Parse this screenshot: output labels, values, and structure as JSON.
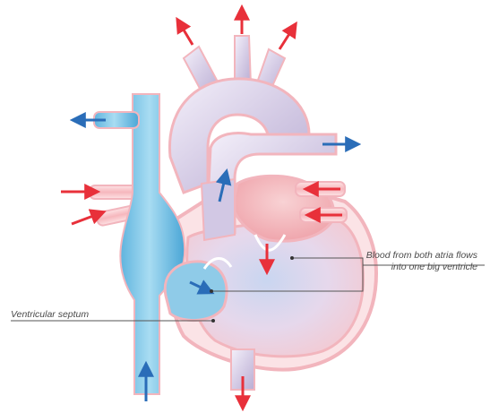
{
  "labels": {
    "ventricle_line1": "Blood from both atria flows",
    "ventricle_line2": "into one big ventricle",
    "septum": "Ventricular septum"
  },
  "colors": {
    "oxygenated_arrow": "#e8303a",
    "deoxygenated_arrow": "#2a6db8",
    "vena_cava": "#7cc4e4",
    "aorta": "#d9d2e8",
    "outline_pink": "#f2b5bd",
    "atrium_red": "#f6c0c4",
    "leader_line": "#555555"
  }
}
